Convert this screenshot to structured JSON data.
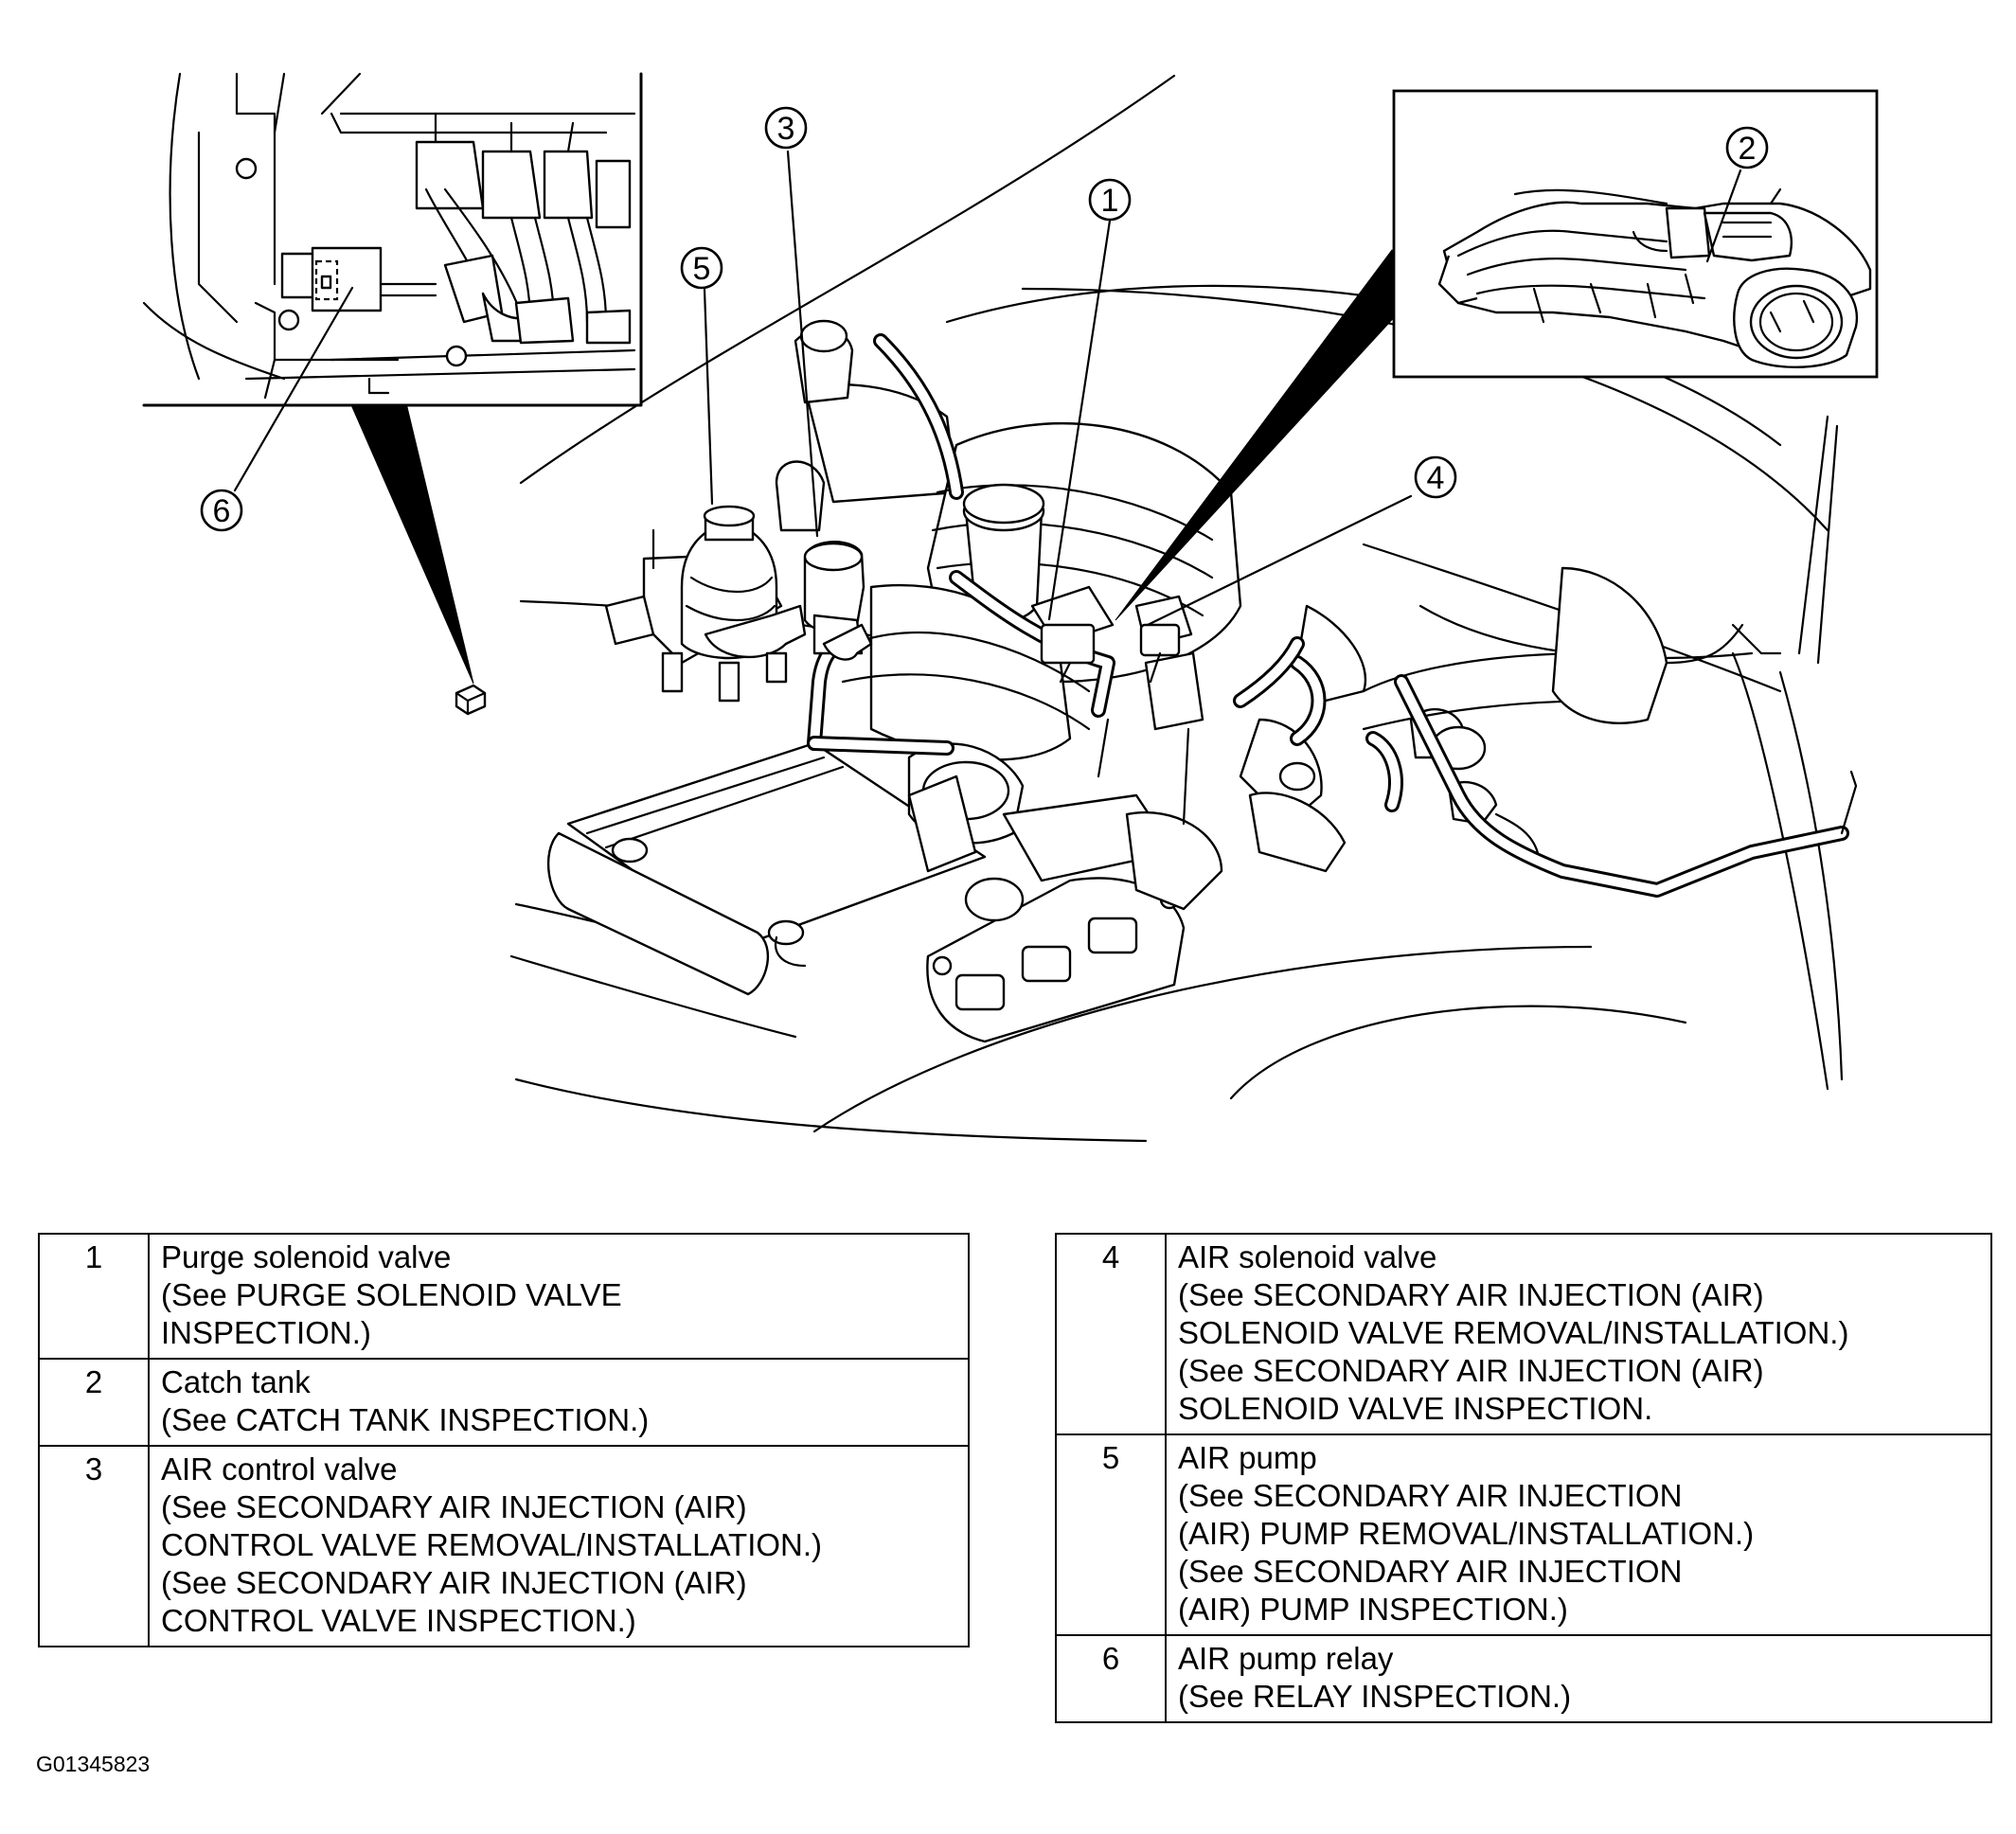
{
  "figure_id": "G01345823",
  "callouts": [
    {
      "num": "1"
    },
    {
      "num": "2"
    },
    {
      "num": "3"
    },
    {
      "num": "4"
    },
    {
      "num": "5"
    },
    {
      "num": "6"
    }
  ],
  "legend": {
    "left": [
      {
        "num": "1",
        "lines": [
          "Purge solenoid valve",
          "(See PURGE SOLENOID VALVE",
          "INSPECTION.)"
        ]
      },
      {
        "num": "2",
        "lines": [
          "Catch tank",
          "(See CATCH TANK INSPECTION.)"
        ]
      },
      {
        "num": "3",
        "lines": [
          "AIR control valve",
          "(See SECONDARY AIR INJECTION (AIR)",
          "CONTROL VALVE REMOVAL/INSTALLATION.)",
          "(See SECONDARY AIR INJECTION (AIR)",
          "CONTROL VALVE INSPECTION.)"
        ]
      }
    ],
    "right": [
      {
        "num": "4",
        "lines": [
          "AIR solenoid valve",
          "(See SECONDARY AIR INJECTION (AIR)",
          "SOLENOID VALVE REMOVAL/INSTALLATION.)",
          "(See SECONDARY AIR INJECTION (AIR)",
          "SOLENOID VALVE INSPECTION."
        ]
      },
      {
        "num": "5",
        "lines": [
          "AIR pump",
          "(See SECONDARY AIR INJECTION",
          "(AIR) PUMP REMOVAL/INSTALLATION.)",
          "(See SECONDARY AIR INJECTION",
          "(AIR) PUMP INSPECTION.)"
        ]
      },
      {
        "num": "6",
        "lines": [
          "AIR pump relay",
          "(See RELAY INSPECTION.)"
        ]
      }
    ]
  }
}
